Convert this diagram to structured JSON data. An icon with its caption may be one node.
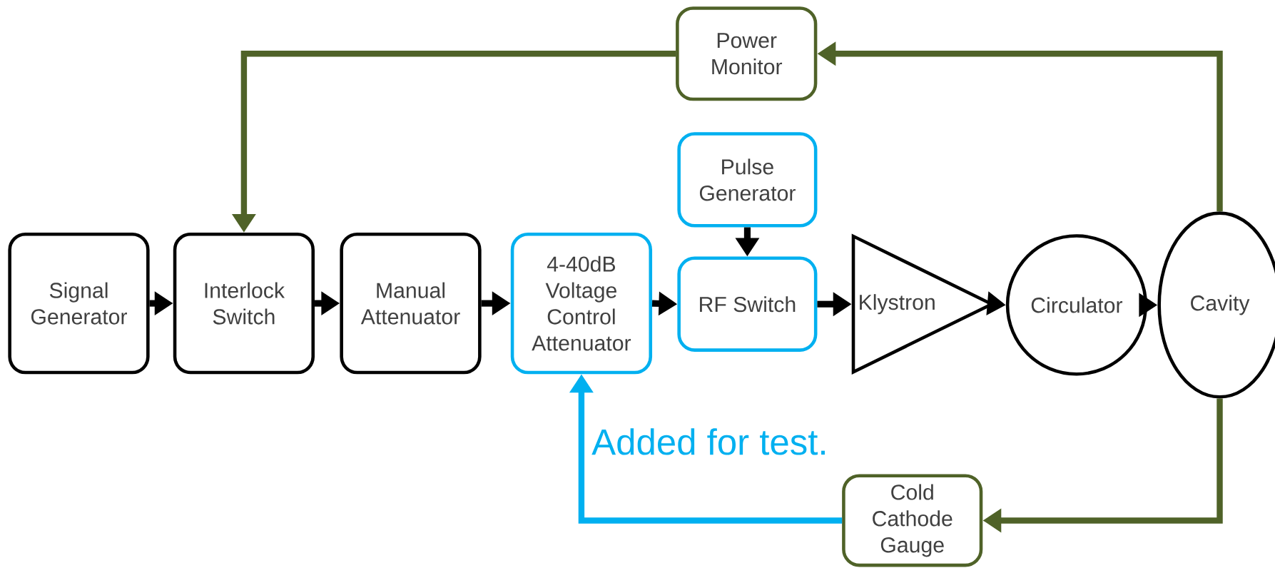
{
  "diagram": {
    "nodes": [
      {
        "text": [
          "Signal Generator"
        ]
      },
      {
        "text": [
          "Interlock Switch"
        ]
      },
      {
        "text": [
          "Manual Attenuator"
        ]
      },
      {
        "text": [
          "4-40dB Voltage Control Attenuator"
        ]
      },
      {
        "text": [
          "Pulse Generator"
        ]
      },
      {
        "text": [
          "RF Switch"
        ]
      },
      {
        "text": [
          "Klystron"
        ]
      },
      {
        "text": [
          "Circulator"
        ]
      },
      {
        "text": [
          "Cavity"
        ]
      },
      {
        "text": [
          "Power Monitor"
        ]
      },
      {
        "text": [
          "Cold Cathode Gauge"
        ]
      }
    ],
    "edges": [
      {
        "from": 0,
        "to": 1,
        "arrow": "to"
      },
      {
        "from": 1,
        "to": 2,
        "arrow": "to"
      },
      {
        "from": 2,
        "to": 3,
        "arrow": "to"
      },
      {
        "from": 3,
        "to": 5,
        "arrow": "to"
      },
      {
        "from": 4,
        "to": 5,
        "arrow": "to"
      },
      {
        "from": 5,
        "to": 6,
        "arrow": "to"
      },
      {
        "from": 6,
        "to": 7,
        "arrow": "to"
      },
      {
        "from": 7,
        "to": 8,
        "arrow": "to"
      },
      {
        "from": 8,
        "to": 9,
        "arrow": "to",
        "color": "#4f6228"
      },
      {
        "from": 9,
        "to": 1,
        "arrow": "to",
        "color": "#4f6228"
      },
      {
        "from": 8,
        "to": 10,
        "arrow": "to",
        "color": "#4f6228"
      },
      {
        "from": 10,
        "to": 3,
        "arrow": "to",
        "color": "#00b0f0"
      }
    ],
    "labels": [
      "Added for test."
    ]
  }
}
